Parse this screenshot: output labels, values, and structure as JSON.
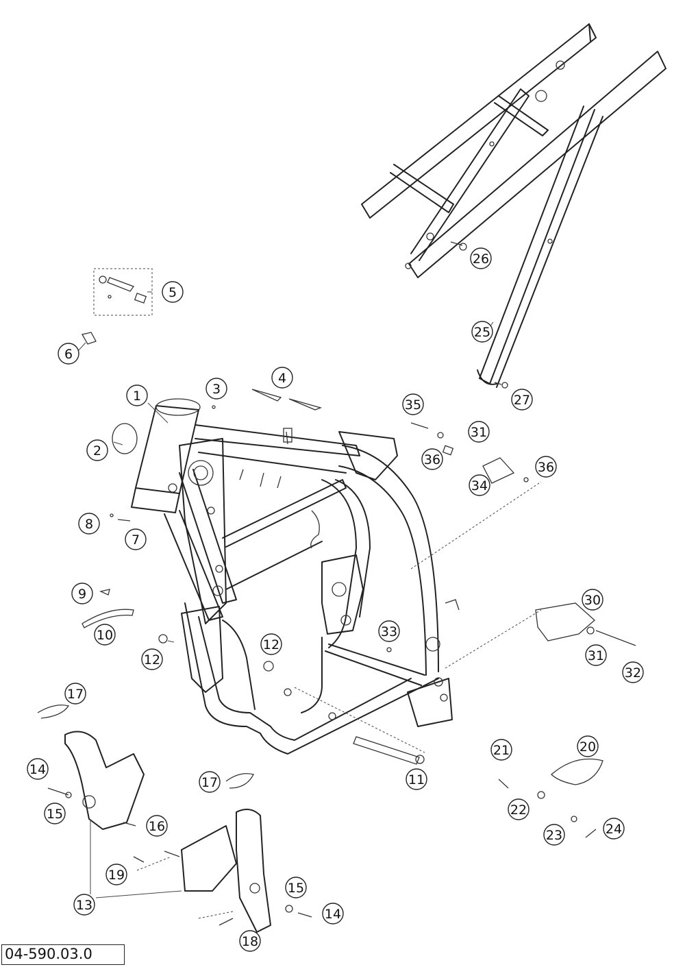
{
  "drawing_code": "04-590.03.0",
  "callouts": [
    {
      "id": "c1",
      "label": "1"
    },
    {
      "id": "c2",
      "label": "2"
    },
    {
      "id": "c3",
      "label": "3"
    },
    {
      "id": "c4",
      "label": "4"
    },
    {
      "id": "c5",
      "label": "5"
    },
    {
      "id": "c6",
      "label": "6"
    },
    {
      "id": "c7",
      "label": "7"
    },
    {
      "id": "c8",
      "label": "8"
    },
    {
      "id": "c9",
      "label": "9"
    },
    {
      "id": "c10",
      "label": "10"
    },
    {
      "id": "c11",
      "label": "11"
    },
    {
      "id": "c12a",
      "label": "12"
    },
    {
      "id": "c12b",
      "label": "12"
    },
    {
      "id": "c13",
      "label": "13"
    },
    {
      "id": "c14a",
      "label": "14"
    },
    {
      "id": "c14b",
      "label": "14"
    },
    {
      "id": "c15a",
      "label": "15"
    },
    {
      "id": "c15b",
      "label": "15"
    },
    {
      "id": "c16",
      "label": "16"
    },
    {
      "id": "c17a",
      "label": "17"
    },
    {
      "id": "c17b",
      "label": "17"
    },
    {
      "id": "c18",
      "label": "18"
    },
    {
      "id": "c19",
      "label": "19"
    },
    {
      "id": "c20",
      "label": "20"
    },
    {
      "id": "c21",
      "label": "21"
    },
    {
      "id": "c22",
      "label": "22"
    },
    {
      "id": "c23",
      "label": "23"
    },
    {
      "id": "c24",
      "label": "24"
    },
    {
      "id": "c25",
      "label": "25"
    },
    {
      "id": "c26",
      "label": "26"
    },
    {
      "id": "c27",
      "label": "27"
    },
    {
      "id": "c30",
      "label": "30"
    },
    {
      "id": "c31a",
      "label": "31"
    },
    {
      "id": "c31b",
      "label": "31"
    },
    {
      "id": "c32",
      "label": "32"
    },
    {
      "id": "c33",
      "label": "33"
    },
    {
      "id": "c34",
      "label": "34"
    },
    {
      "id": "c35",
      "label": "35"
    },
    {
      "id": "c36a",
      "label": "36"
    },
    {
      "id": "c36b",
      "label": "36"
    }
  ]
}
